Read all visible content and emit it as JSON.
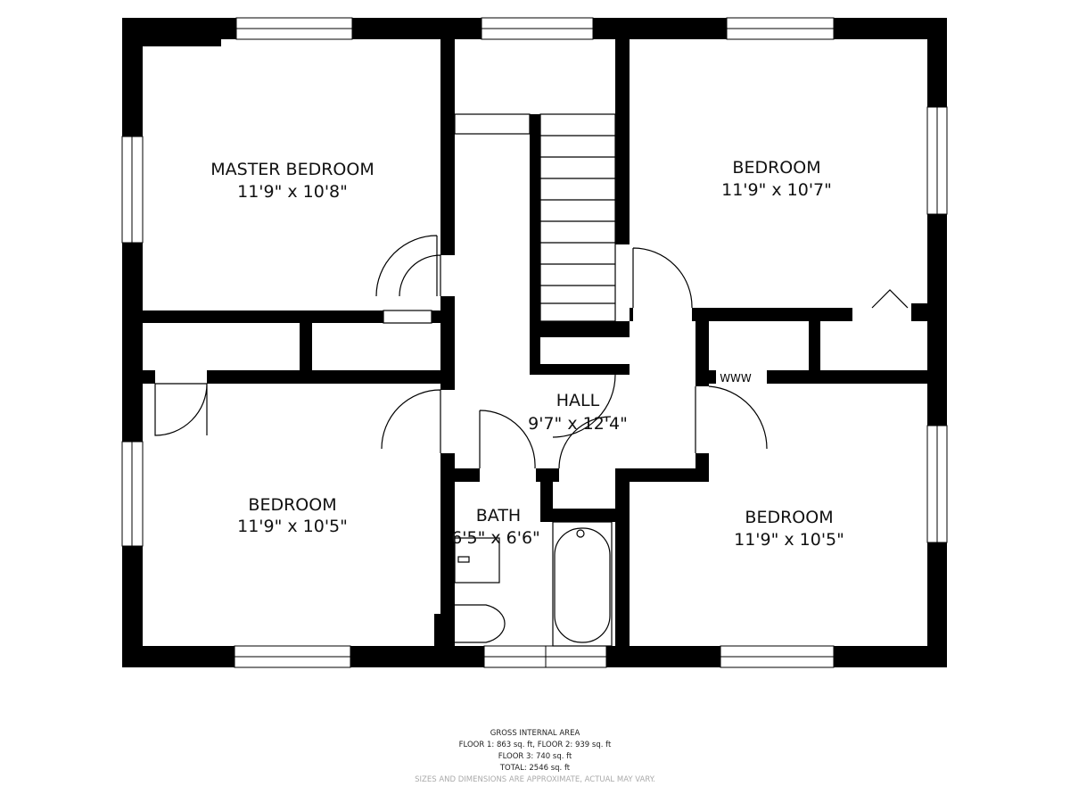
{
  "rooms": {
    "master": {
      "name": "MASTER BEDROOM",
      "size": "11'9\" x 10'8\""
    },
    "bedroom_ne": {
      "name": "BEDROOM",
      "size": "11'9\" x 10'7\""
    },
    "bedroom_sw": {
      "name": "BEDROOM",
      "size": "11'9\" x 10'5\""
    },
    "bedroom_se": {
      "name": "BEDROOM",
      "size": "11'9\" x 10'5\""
    },
    "hall": {
      "name": "HALL",
      "size": "9'7\" x 12'4\""
    },
    "bath": {
      "name": "BATH",
      "size": "6'5\" x 6'6\""
    }
  },
  "footer": {
    "title": "GROSS INTERNAL AREA",
    "line1": "FLOOR 1: 863 sq. ft, FLOOR 2: 939 sq. ft",
    "line2": "FLOOR 3: 740 sq. ft",
    "total": "TOTAL: 2546 sq. ft",
    "disclaimer": "SIZES AND DIMENSIONS ARE APPROXIMATE, ACTUAL MAY VARY."
  }
}
